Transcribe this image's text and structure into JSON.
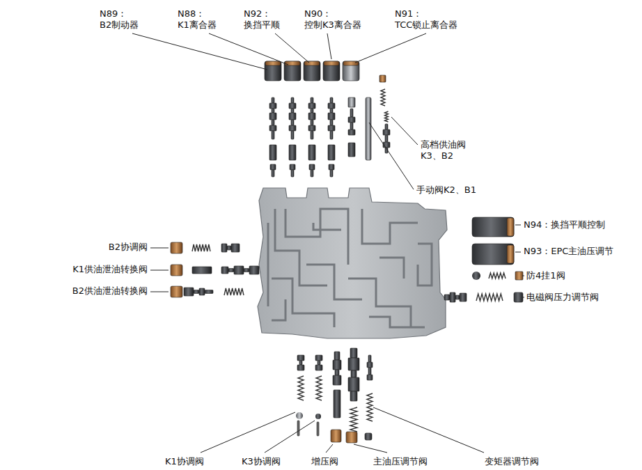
{
  "diagram": {
    "labels": [
      "N89： B2制动器",
      "N88： K1离合器",
      "N92： 换挡平顺",
      "N90： 控制K3离合器",
      "N91： TCC锁止离合器",
      "高档供油阀 K3、B2",
      "手动阀K2、B1",
      "N94：换挡平顺控制",
      "N93：EPC主油压调节",
      "防4挂1阀",
      "电磁阀压力调节阀",
      "B2协调阀",
      "K1供油泄油转换阀",
      "B2供油泄油转换阀",
      "K1协调阀",
      "K3协调阀",
      "增压阀",
      "主油压调节阀",
      "变矩器调节阀"
    ]
  }
}
